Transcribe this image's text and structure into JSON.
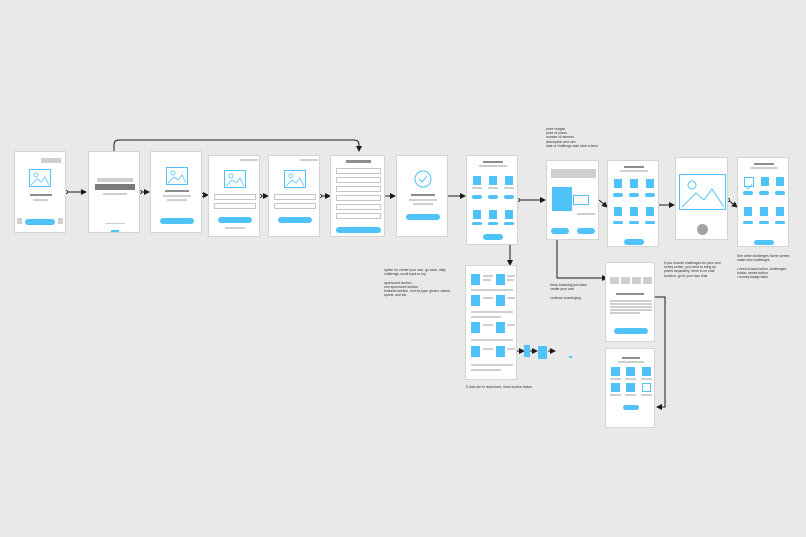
{
  "colors": {
    "background": "#e9e9e9",
    "accent": "#4fc3f7",
    "frame": "#ffffff",
    "wire": "#1a1a1a"
  },
  "notes": {
    "prize_info": "prize images\nprice of prizes\nnumber of winners\ndescription and aim\ndate of challenge start  start a timer",
    "create_own": "option for create your own, go back, daily\nchallenge, scroll back to top\n\nsponsored section\nnon sponsored section\nfeatured section, sort by type: gluten, nature,\nsports, and etc.",
    "keep_browsing": "Keep browsing  join  back\ncreate your own\n\ncontinue scavenging",
    "include_challenges": "If you include challenges for your own\nhoney series, you need to bring up\nprizes separately, there is no chat\nfunction, go to your own chat",
    "other_challenges": "See other challenges home screen,\nmake new challenges\n\n• need a back button, challenges\n  button, series button\n• money badge back",
    "dots_note": "5 dots are to read more, need a price button"
  }
}
